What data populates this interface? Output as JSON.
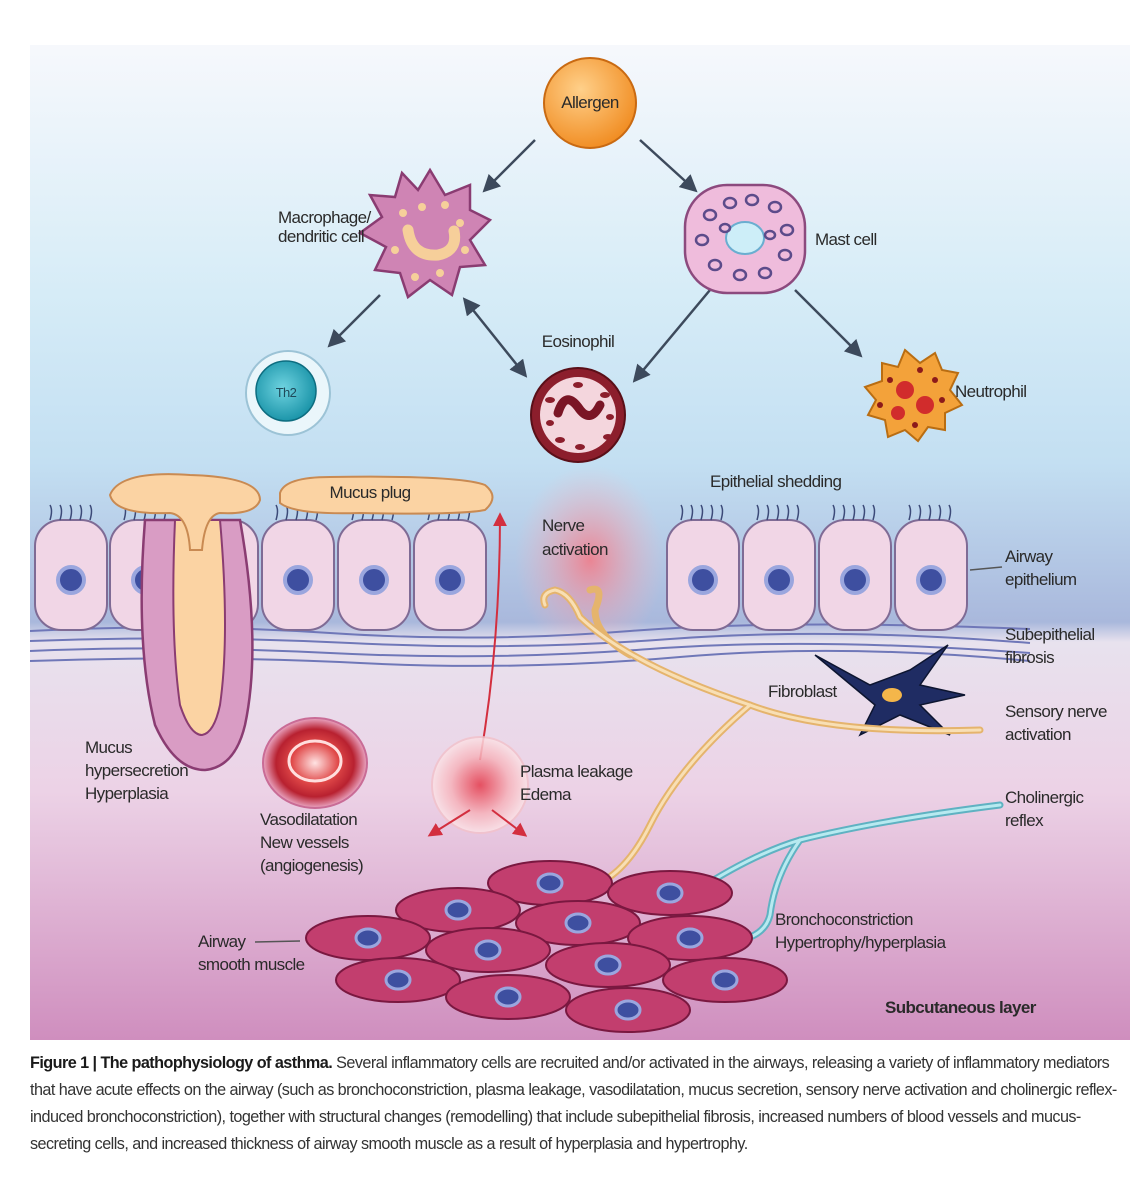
{
  "labels": {
    "allergen": "Allergen",
    "macrophage_line1": "Macrophage/",
    "macrophage_line2": "dendritic cell",
    "mast_cell": "Mast cell",
    "eosinophil": "Eosinophil",
    "th2_cell": "Th2",
    "neutrophil": "Neutrophil",
    "mucus_plug": "Mucus plug",
    "epithelial_shedding": "Epithelial shedding",
    "nerve_activation_line1": "Nerve",
    "nerve_activation_line2": "activation",
    "airway_epithelium_line1": "Airway",
    "airway_epithelium_line2": "epithelium",
    "subepithelial_fibrosis_line1": "Subepithelial",
    "subepithelial_fibrosis_line2": "fibrosis",
    "fibroblast": "Fibroblast",
    "sensory_nerve_line1": "Sensory nerve",
    "sensory_nerve_line2": "activation",
    "mucus_hyper_line1": "Mucus",
    "mucus_hyper_line2": "hypersecretion",
    "mucus_hyper_line3": "Hyperplasia",
    "plasma_line1": "Plasma leakage",
    "plasma_line2": "Edema",
    "cholinergic_line1": "Cholinergic",
    "cholinergic_line2": "reflex",
    "vaso_line1": "Vasodilatation",
    "vaso_line2": "New vessels",
    "vaso_line3": "(angiogenesis)",
    "broncho_line1": "Bronchoconstriction",
    "broncho_line2": "Hypertrophy/hyperplasia",
    "airway_smooth_line1": "Airway",
    "airway_smooth_line2": "smooth muscle",
    "subcutaneous": "Subcutaneous layer"
  },
  "colors": {
    "allergen": "#f49a2e",
    "mast_cell": "#e9a8d0",
    "eosinophil": "#8c1e2c",
    "th2": "#1fa3b6",
    "neutrophil": "#f3a23a",
    "epithelium": "#f1d6e6",
    "nucleus": "#3e4fa0",
    "mucus": "#fbd3a3",
    "smooth_muscle": "#c23e6e",
    "nerve": "#f2cf95",
    "cholinergic": "#8fd3dc"
  },
  "caption": {
    "title": "Figure 1 | The pathophysiology of asthma.",
    "body": " Several inflammatory cells are recruited and/or activated in the airways, releasing a variety of inflammatory mediators that have acute effects on the airway (such as bronchoconstriction, plasma leakage, vasodilatation, mucus secretion, sensory nerve activation and cholinergic reflex-induced bronchoconstriction), together with structural changes (remodelling) that include subepithelial fibrosis, increased numbers of blood vessels and mucus-secreting cells, and increased thickness of airway smooth muscle as a result of hyperplasia and hypertrophy."
  }
}
